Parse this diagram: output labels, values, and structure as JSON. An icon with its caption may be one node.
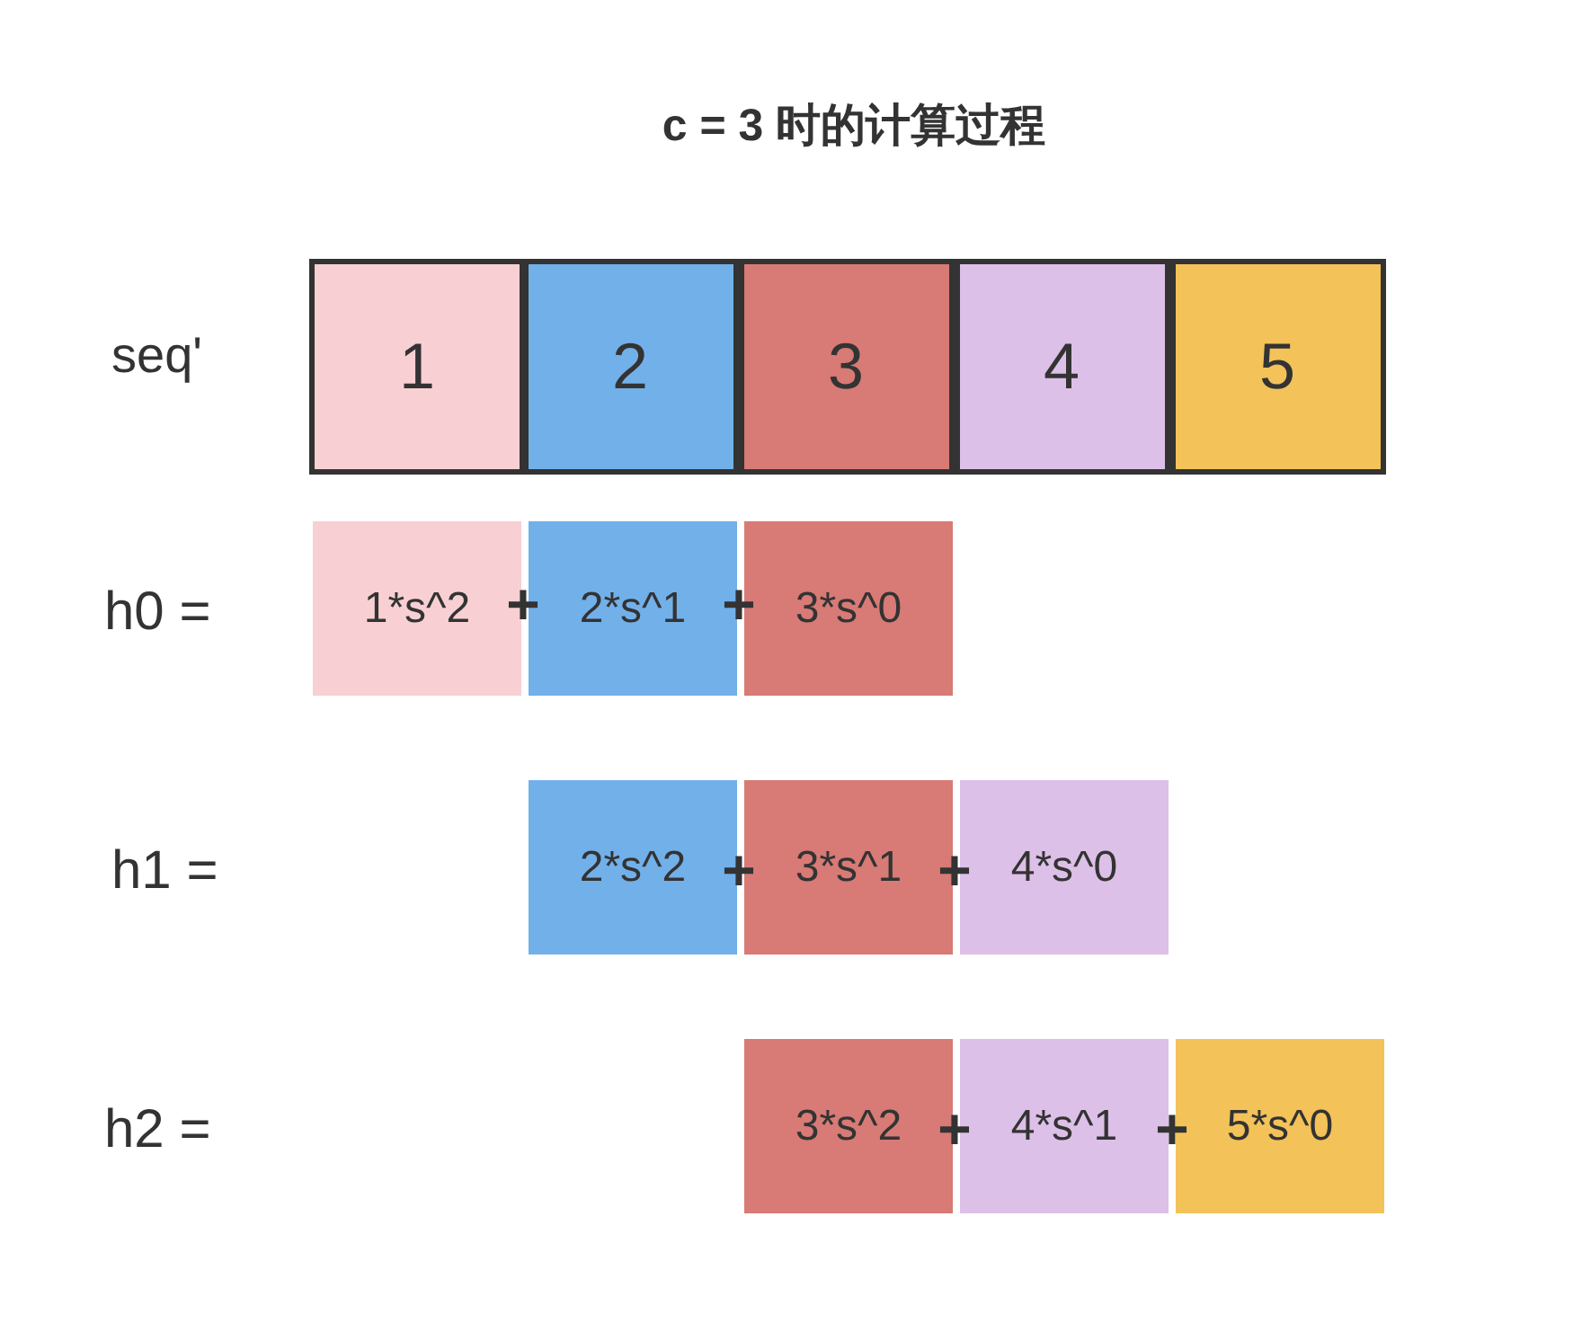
{
  "diagram": {
    "title": "c = 3 时的计算过程",
    "nodes": [
      {
        "text": [
          "1"
        ]
      },
      {
        "text": [
          "2"
        ]
      },
      {
        "text": [
          "3"
        ]
      },
      {
        "text": [
          "4"
        ]
      },
      {
        "text": [
          "5"
        ]
      },
      {
        "text": [
          "1*s^2"
        ]
      },
      {
        "text": [
          "2*s^1"
        ]
      },
      {
        "text": [
          "3*s^0"
        ]
      },
      {
        "text": [
          "2*s^2"
        ]
      },
      {
        "text": [
          "3*s^1"
        ]
      },
      {
        "text": [
          "4*s^0"
        ]
      },
      {
        "text": [
          "3*s^2"
        ]
      },
      {
        "text": [
          "4*s^1"
        ]
      },
      {
        "text": [
          "5*s^0"
        ]
      }
    ],
    "labels": [
      "seq'",
      "h0 =",
      "+",
      "+",
      "h1 =",
      "+",
      "+",
      "h2 =",
      "+",
      "+"
    ]
  }
}
